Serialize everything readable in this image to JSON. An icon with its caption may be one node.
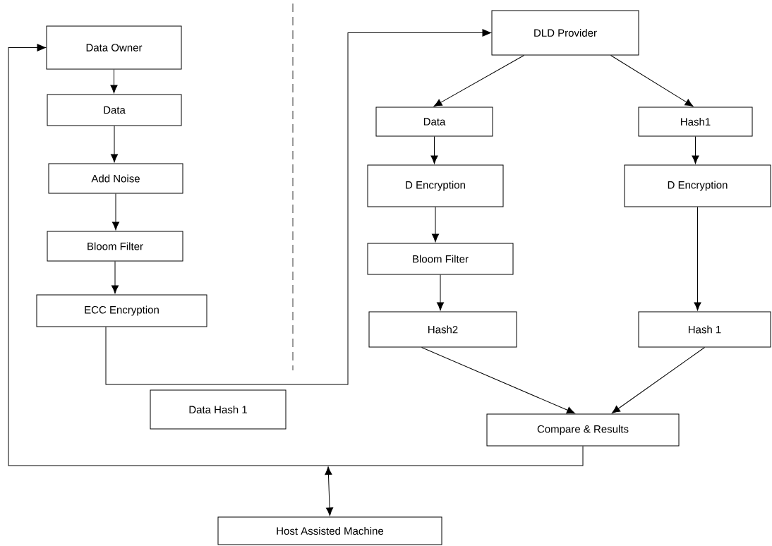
{
  "diagram": {
    "nodes": [
      {
        "text": [
          "Data Owner"
        ]
      },
      {
        "text": [
          "Data"
        ]
      },
      {
        "text": [
          "Add Noise"
        ]
      },
      {
        "text": [
          "Bloom Filter"
        ]
      },
      {
        "text": [
          "ECC Encryption"
        ]
      },
      {
        "text": [
          "Data Hash 1"
        ]
      },
      {
        "text": [
          "DLD Provider"
        ]
      },
      {
        "text": [
          "Data"
        ]
      },
      {
        "text": [
          "D Encryption"
        ]
      },
      {
        "text": [
          "Bloom Filter"
        ]
      },
      {
        "text": [
          "Hash2"
        ]
      },
      {
        "text": [
          "Hash1"
        ]
      },
      {
        "text": [
          "D Encryption"
        ]
      },
      {
        "text": [
          "Hash 1"
        ]
      },
      {
        "text": [
          "Compare & Results"
        ]
      },
      {
        "text": [
          "Host Assisted Machine"
        ]
      }
    ],
    "edges": [
      {
        "from": 0,
        "to": 1,
        "arrow": "to"
      },
      {
        "from": 1,
        "to": 2,
        "arrow": "to"
      },
      {
        "from": 2,
        "to": 3,
        "arrow": "to"
      },
      {
        "from": 3,
        "to": 4,
        "arrow": "to"
      },
      {
        "from": 4,
        "to": 6,
        "arrow": "to"
      },
      {
        "from": 6,
        "to": 7,
        "arrow": "to"
      },
      {
        "from": 6,
        "to": 11,
        "arrow": "to"
      },
      {
        "from": 7,
        "to": 8,
        "arrow": "to"
      },
      {
        "from": 8,
        "to": 9,
        "arrow": "to"
      },
      {
        "from": 9,
        "to": 10,
        "arrow": "to"
      },
      {
        "from": 11,
        "to": 12,
        "arrow": "to"
      },
      {
        "from": 12,
        "to": 13,
        "arrow": "to"
      },
      {
        "from": 10,
        "to": 14,
        "arrow": "to"
      },
      {
        "from": 13,
        "to": 14,
        "arrow": "to"
      },
      {
        "from": 14,
        "to": 0,
        "arrow": "to"
      },
      {
        "from": null,
        "to": 15,
        "arrow": "both"
      }
    ]
  }
}
